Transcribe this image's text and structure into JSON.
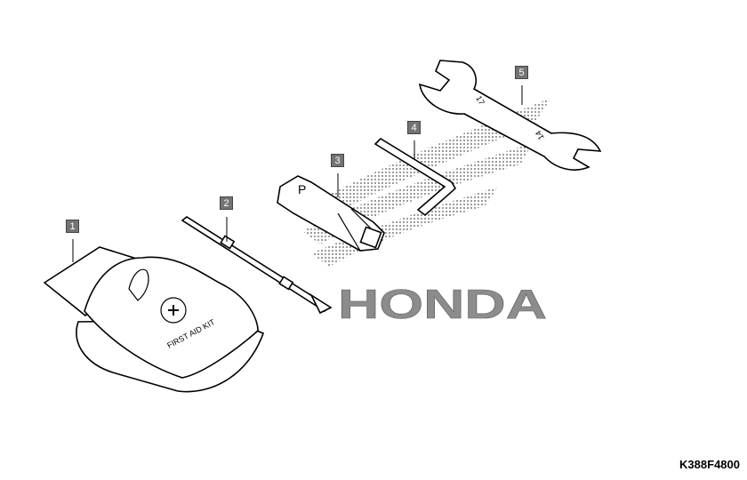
{
  "diagram": {
    "reference_code": "K388F4800",
    "watermark_logo": "HONDA",
    "callouts": [
      {
        "number": "1"
      },
      {
        "number": "2"
      },
      {
        "number": "3"
      },
      {
        "number": "4"
      },
      {
        "number": "5"
      }
    ],
    "part_markings": {
      "first_aid_kit": "FIRST AID KIT",
      "plug_wrench": "P",
      "wrench_size_a": "17",
      "wrench_size_b": "14"
    },
    "colors": {
      "callout_bg": "#747474",
      "line": "#000000",
      "watermark": "#555555"
    }
  }
}
